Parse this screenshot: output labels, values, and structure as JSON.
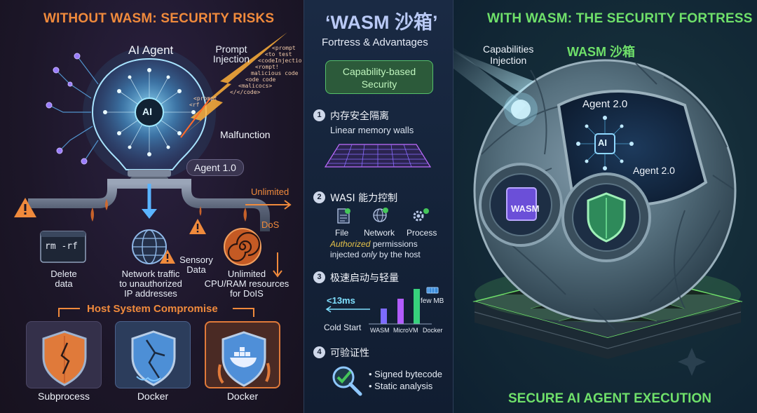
{
  "left": {
    "title": "WITHOUT WASM: SECURITY RISKS",
    "agent_title": "AI Agent",
    "bulb_text": "AI",
    "agent_badge": "Agent 1.0",
    "prompt_injection": "Prompt\nInjection",
    "malfunction": "Malfunction",
    "code_lines": [
      "<prompt",
      "<to test",
      "<codeInjectio",
      "<rompt!",
      "malicious code",
      "<ode code",
      "<malicocs>",
      "</</code>",
      "<prompt",
      "<rf"
    ],
    "unlimited": "Unlimited",
    "dos": "DoS",
    "terminal_cmd": "rm -rf",
    "delete_data": "Delete\ndata",
    "network_traffic": "Network traffic\nto unauthorized\nIP addresses",
    "sensory_data": "Sensory\nData",
    "unlimited_resources": "Unlimited\nCPU/RAM resources\nfor DoIS",
    "host_compromise": "Host System Compromise",
    "shields": [
      "Subprocess",
      "Docker",
      "Docker"
    ]
  },
  "middle": {
    "title": "‘WASM 沙箱’",
    "subtitle": "Fortress & Advantages",
    "capability_badge": "Capability-based\nSecurity",
    "items": [
      {
        "num": "1",
        "title": "内存安全隔离",
        "desc": "Linear memory walls"
      },
      {
        "num": "2",
        "title": "WASI 能力控制",
        "desc": ""
      },
      {
        "num": "3",
        "title": "极速启动与轻量",
        "desc": ""
      },
      {
        "num": "4",
        "title": "可验证性",
        "desc": ""
      }
    ],
    "capabilities": [
      "File",
      "Network",
      "Process"
    ],
    "authorized_prefix": "Authorized",
    "authorized_rest": " permissions",
    "injected_prefix": "injected ",
    "injected_only": "only",
    "injected_rest": " by the host",
    "startup": {
      "value_label": "<13ms",
      "cold_start": "Cold Start",
      "few_mb": "few MB",
      "categories": [
        "WASM",
        "MicroVM",
        "Docker"
      ],
      "bar_colors": [
        "#7d6bff",
        "#b25cff",
        "#37d17c"
      ]
    },
    "verify_points": [
      "Signed bytecode",
      "Static analysis"
    ]
  },
  "right": {
    "title": "WITH WASM: THE SECURITY FORTRESS",
    "capabilities_injection": "Capabilities\nInjection",
    "sandbox_label": "WASM 沙箱",
    "agent_top": "Agent 2.0",
    "agent_inner": "Agent 2.0",
    "ai_chip": "AI",
    "wasm_tile": "WASM",
    "footer": "SECURE AI AGENT EXECUTION"
  },
  "colors": {
    "orange": "#f08a3c",
    "green": "#6fe06a",
    "purple": "#8a6cff",
    "cyan": "#5fc8ff"
  }
}
